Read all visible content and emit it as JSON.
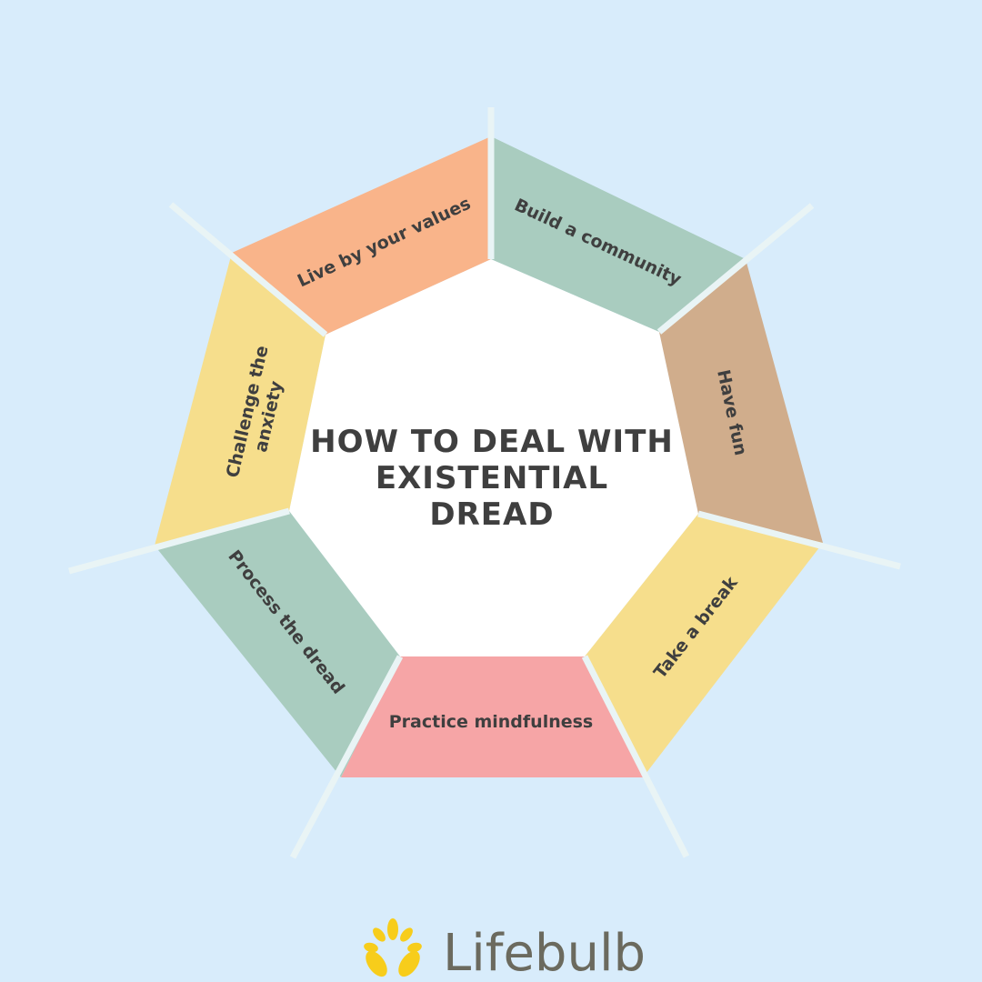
{
  "title_lines": [
    "HOW TO DEAL WITH",
    "EXISTENTIAL",
    "DREAD"
  ],
  "segments": [
    {
      "label": "Live by your values",
      "color": "#f9b48a"
    },
    {
      "label": "Build a community",
      "color": "#a9ccbf"
    },
    {
      "label": "Have fun",
      "color": "#d0ad8c"
    },
    {
      "label": "Take a break",
      "color": "#f6de8c"
    },
    {
      "label": "Practice mindfulness",
      "color": "#f6a5a6"
    },
    {
      "label": "Process the dread",
      "color": "#a9ccbf"
    },
    {
      "label_lines": [
        "Challenge the",
        "anxiety"
      ],
      "color": "#f6de8c"
    }
  ],
  "brand": {
    "name": "Lifebulb",
    "color": "#f7cd1b"
  }
}
